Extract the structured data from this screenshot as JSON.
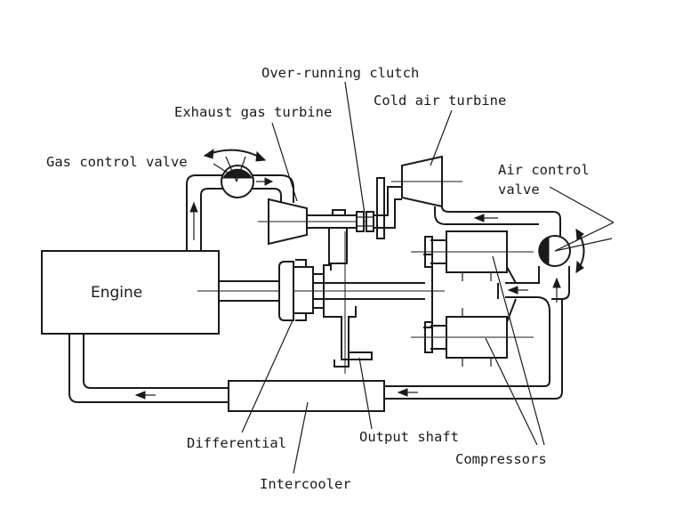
{
  "labels": {
    "engine": "Engine",
    "over_running_clutch": "Over-running clutch",
    "exhaust_gas_turbine": "Exhaust gas turbine",
    "cold_air_turbine": "Cold air turbine",
    "gas_control_valve": "Gas control valve",
    "air_control_valve_line1": "Air control",
    "air_control_valve_line2": "valve",
    "differential": "Differential",
    "output_shaft": "Output shaft",
    "compressors": "Compressors",
    "intercooler": "Intercooler"
  },
  "colors": {
    "ink": "#1a1a1a",
    "paper": "#ffffff"
  }
}
